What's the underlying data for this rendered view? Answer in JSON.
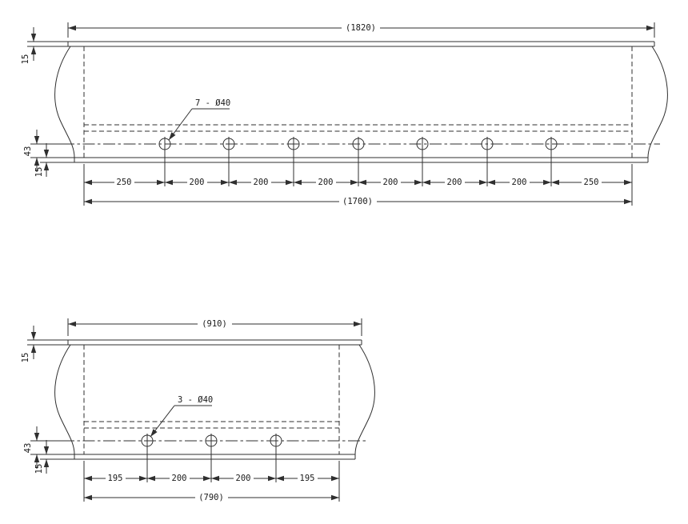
{
  "style": {
    "line_color": "#2f2f2f",
    "background": "#ffffff"
  },
  "top_drawing": {
    "overall_length": "(1820)",
    "body_length": "(1700)",
    "hole_callout": "7 - Ø40",
    "top_thickness": "15",
    "hole_edge_height": "43",
    "bottom_thickness": "15",
    "segments": [
      "250",
      "200",
      "200",
      "200",
      "200",
      "200",
      "200",
      "250"
    ]
  },
  "bottom_drawing": {
    "overall_length": "(910)",
    "body_length": "(790)",
    "hole_callout": "3 - Ø40",
    "top_thickness": "15",
    "hole_edge_height": "43",
    "bottom_thickness": "15",
    "segments": [
      "195",
      "200",
      "200",
      "195"
    ]
  }
}
